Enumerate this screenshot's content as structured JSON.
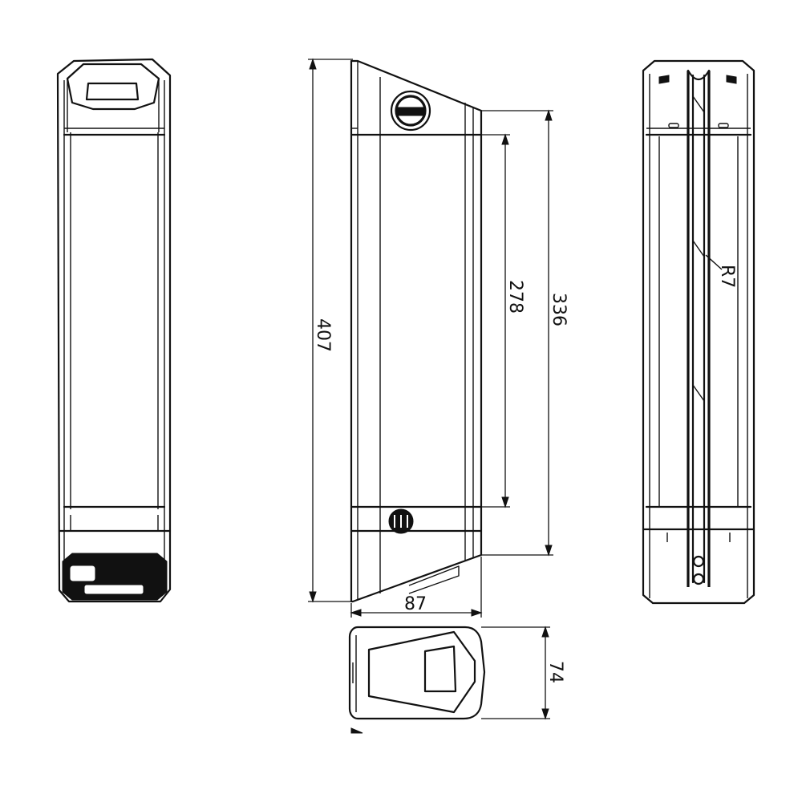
{
  "dimensions": {
    "total_height": "407",
    "inner_height": "278",
    "body_height": "336",
    "width": "87",
    "depth": "74",
    "radius": "R7"
  }
}
